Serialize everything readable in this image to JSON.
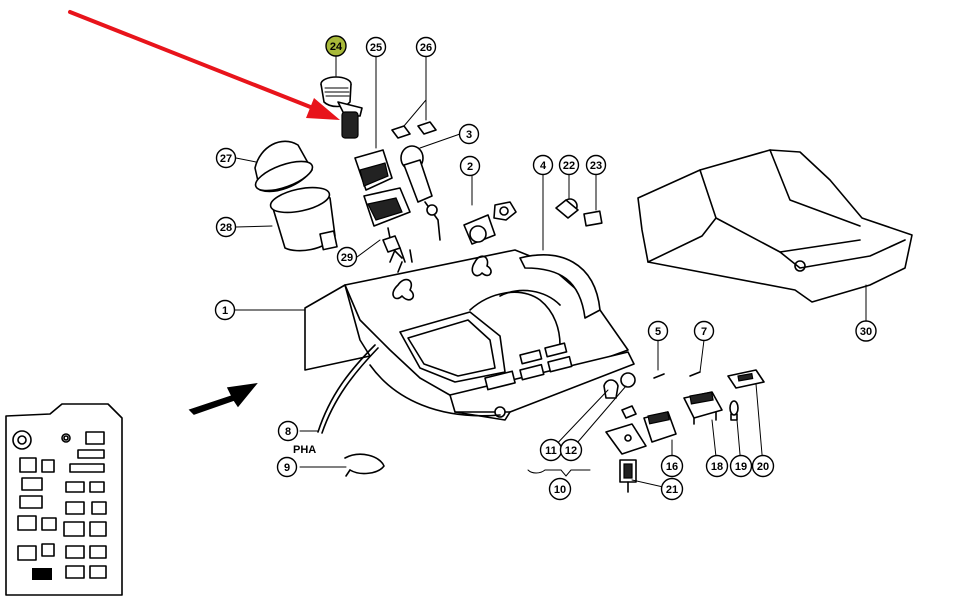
{
  "diagram": {
    "highlight_color": "#a8b93a",
    "arrow_color": "#e8141b",
    "highlighted_callout": "24",
    "callouts": [
      {
        "id": "c1",
        "label": "1"
      },
      {
        "id": "c2",
        "label": "2"
      },
      {
        "id": "c3",
        "label": "3"
      },
      {
        "id": "c4",
        "label": "4"
      },
      {
        "id": "c5",
        "label": "5"
      },
      {
        "id": "c7",
        "label": "7"
      },
      {
        "id": "c8",
        "label": "8"
      },
      {
        "id": "c9",
        "label": "9"
      },
      {
        "id": "c10",
        "label": "10"
      },
      {
        "id": "c11",
        "label": "11"
      },
      {
        "id": "c12",
        "label": "12"
      },
      {
        "id": "c16",
        "label": "16"
      },
      {
        "id": "c18",
        "label": "18"
      },
      {
        "id": "c19",
        "label": "19"
      },
      {
        "id": "c20",
        "label": "20"
      },
      {
        "id": "c21",
        "label": "21"
      },
      {
        "id": "c22",
        "label": "22"
      },
      {
        "id": "c23",
        "label": "23"
      },
      {
        "id": "c24",
        "label": "24"
      },
      {
        "id": "c25",
        "label": "25"
      },
      {
        "id": "c26",
        "label": "26"
      },
      {
        "id": "c27",
        "label": "27"
      },
      {
        "id": "c28",
        "label": "28"
      },
      {
        "id": "c29",
        "label": "29"
      },
      {
        "id": "c30",
        "label": "30"
      }
    ],
    "wire_label": "PHA"
  }
}
